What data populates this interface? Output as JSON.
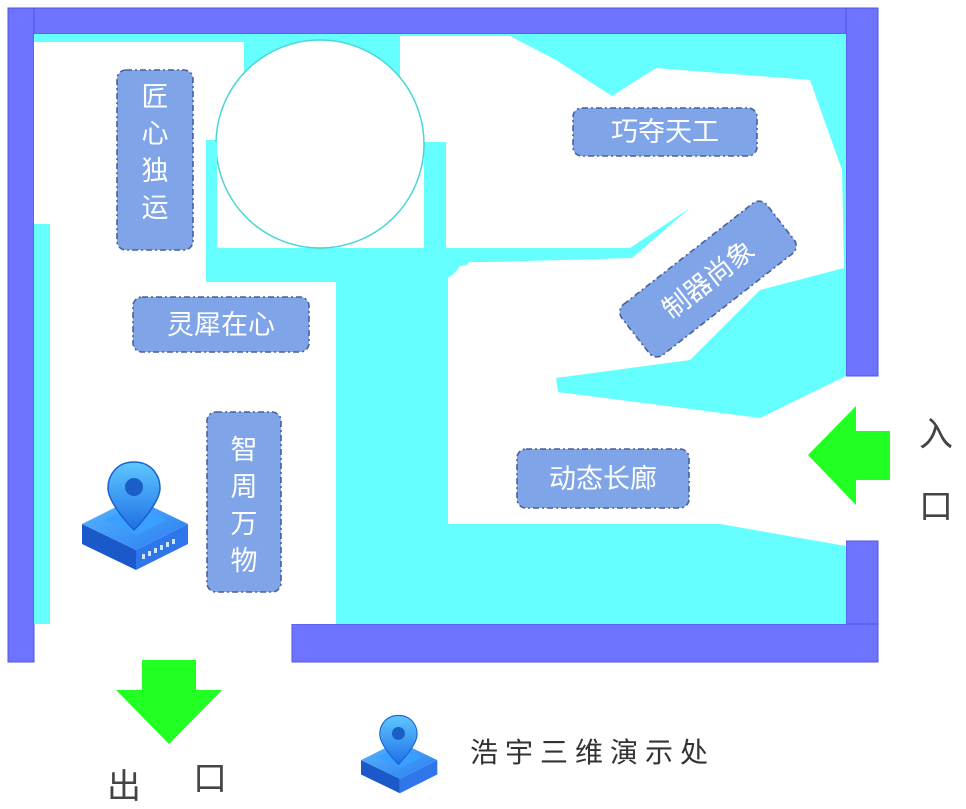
{
  "colors": {
    "wall": "#6e74ff",
    "wall_edge": "#4d54e0",
    "floor": "#66ffff",
    "corridor": "#ffffff",
    "zone_fill": "#80a4e8",
    "arrow": "#22ff22"
  },
  "zones": {
    "jiang_xin": "匠心独运",
    "qiao_duo": "巧夺天工",
    "zhi_qi": "制器尚象",
    "ling_xi": "灵犀在心",
    "zhi_zhou": "智周万物",
    "dong_tai": "动态长廊"
  },
  "entrance": {
    "label_top": "入",
    "label_bottom": "口",
    "icon": "arrow-left-icon"
  },
  "exit": {
    "label_left": "出",
    "label_right": "口",
    "icon": "arrow-down-icon"
  },
  "legend": {
    "label": "浩宇三维演示处",
    "icon": "map-pin-platform-icon"
  }
}
